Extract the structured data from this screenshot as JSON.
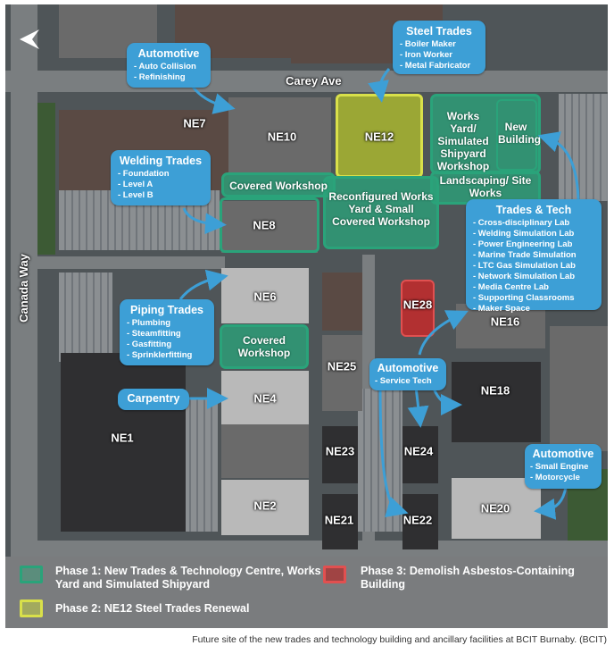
{
  "roads": {
    "carey_ave": "Carey Ave",
    "canada_way": "Canada Way"
  },
  "buildings": {
    "ne1": "NE1",
    "ne2": "NE2",
    "ne4": "NE4",
    "ne6": "NE6",
    "ne7": "NE7",
    "ne8": "NE8",
    "ne10": "NE10",
    "ne12": "NE12",
    "ne16": "NE16",
    "ne18": "NE18",
    "ne20": "NE20",
    "ne21": "NE21",
    "ne22": "NE22",
    "ne23": "NE23",
    "ne24": "NE24",
    "ne25": "NE25",
    "ne28": "NE28"
  },
  "zones": {
    "covered_workshop_top": "Covered Workshop",
    "reconfigured": "Reconfigured Works Yard & Small Covered Workshop",
    "works_yard": "Works Yard/ Simulated Shipyard Workshop",
    "new_building": "New Building",
    "landscaping": "Landscaping/ Site Works",
    "covered_workshop_mid": "Covered Workshop"
  },
  "callouts": {
    "steel": {
      "title": "Steel Trades",
      "items": [
        "- Boiler Maker",
        "- Iron Worker",
        "- Metal Fabricator"
      ]
    },
    "auto_top": {
      "title": "Automotive",
      "items": [
        "- Auto Collision",
        "- Refinishing"
      ]
    },
    "welding": {
      "title": "Welding Trades",
      "items": [
        "- Foundation",
        "- Level A",
        "- Level B"
      ]
    },
    "tech": {
      "title": "Trades & Tech",
      "items": [
        "- Cross-disciplinary Lab",
        "- Welding Simulation Lab",
        "- Power Engineering Lab",
        "- Marine Trade Simulation",
        "- LTC Gas Simulation Lab",
        "- Network Simulation Lab",
        "- Media Centre Lab",
        "- Supporting Classrooms",
        "- Maker Space"
      ]
    },
    "piping": {
      "title": "Piping Trades",
      "items": [
        "- Plumbing",
        "- Steamfitting",
        "- Gasfitting",
        "- Sprinklerfitting"
      ]
    },
    "carpentry": {
      "title": "Carpentry",
      "items": []
    },
    "auto_service": {
      "title": "Automotive",
      "items": [
        "- Service Tech"
      ]
    },
    "auto_small": {
      "title": "Automotive",
      "items": [
        "- Small Engine",
        "- Motorcycle"
      ]
    }
  },
  "legend": {
    "phase1": "Phase 1: New Trades & Technology Centre, Works Yard and Simulated Shipyard",
    "phase2": "Phase 2: NE12 Steel Trades Renewal",
    "phase3": "Phase 3: Demolish Asbestos-Containing Building"
  },
  "colors": {
    "phase1": "#2aa37a",
    "phase2": "#b8c828",
    "phase3": "#c82828",
    "callout": "#3d9fd6"
  },
  "caption": "Future site of the new trades and technology building and ancillary facilities at BCIT Burnaby. (BCIT)"
}
